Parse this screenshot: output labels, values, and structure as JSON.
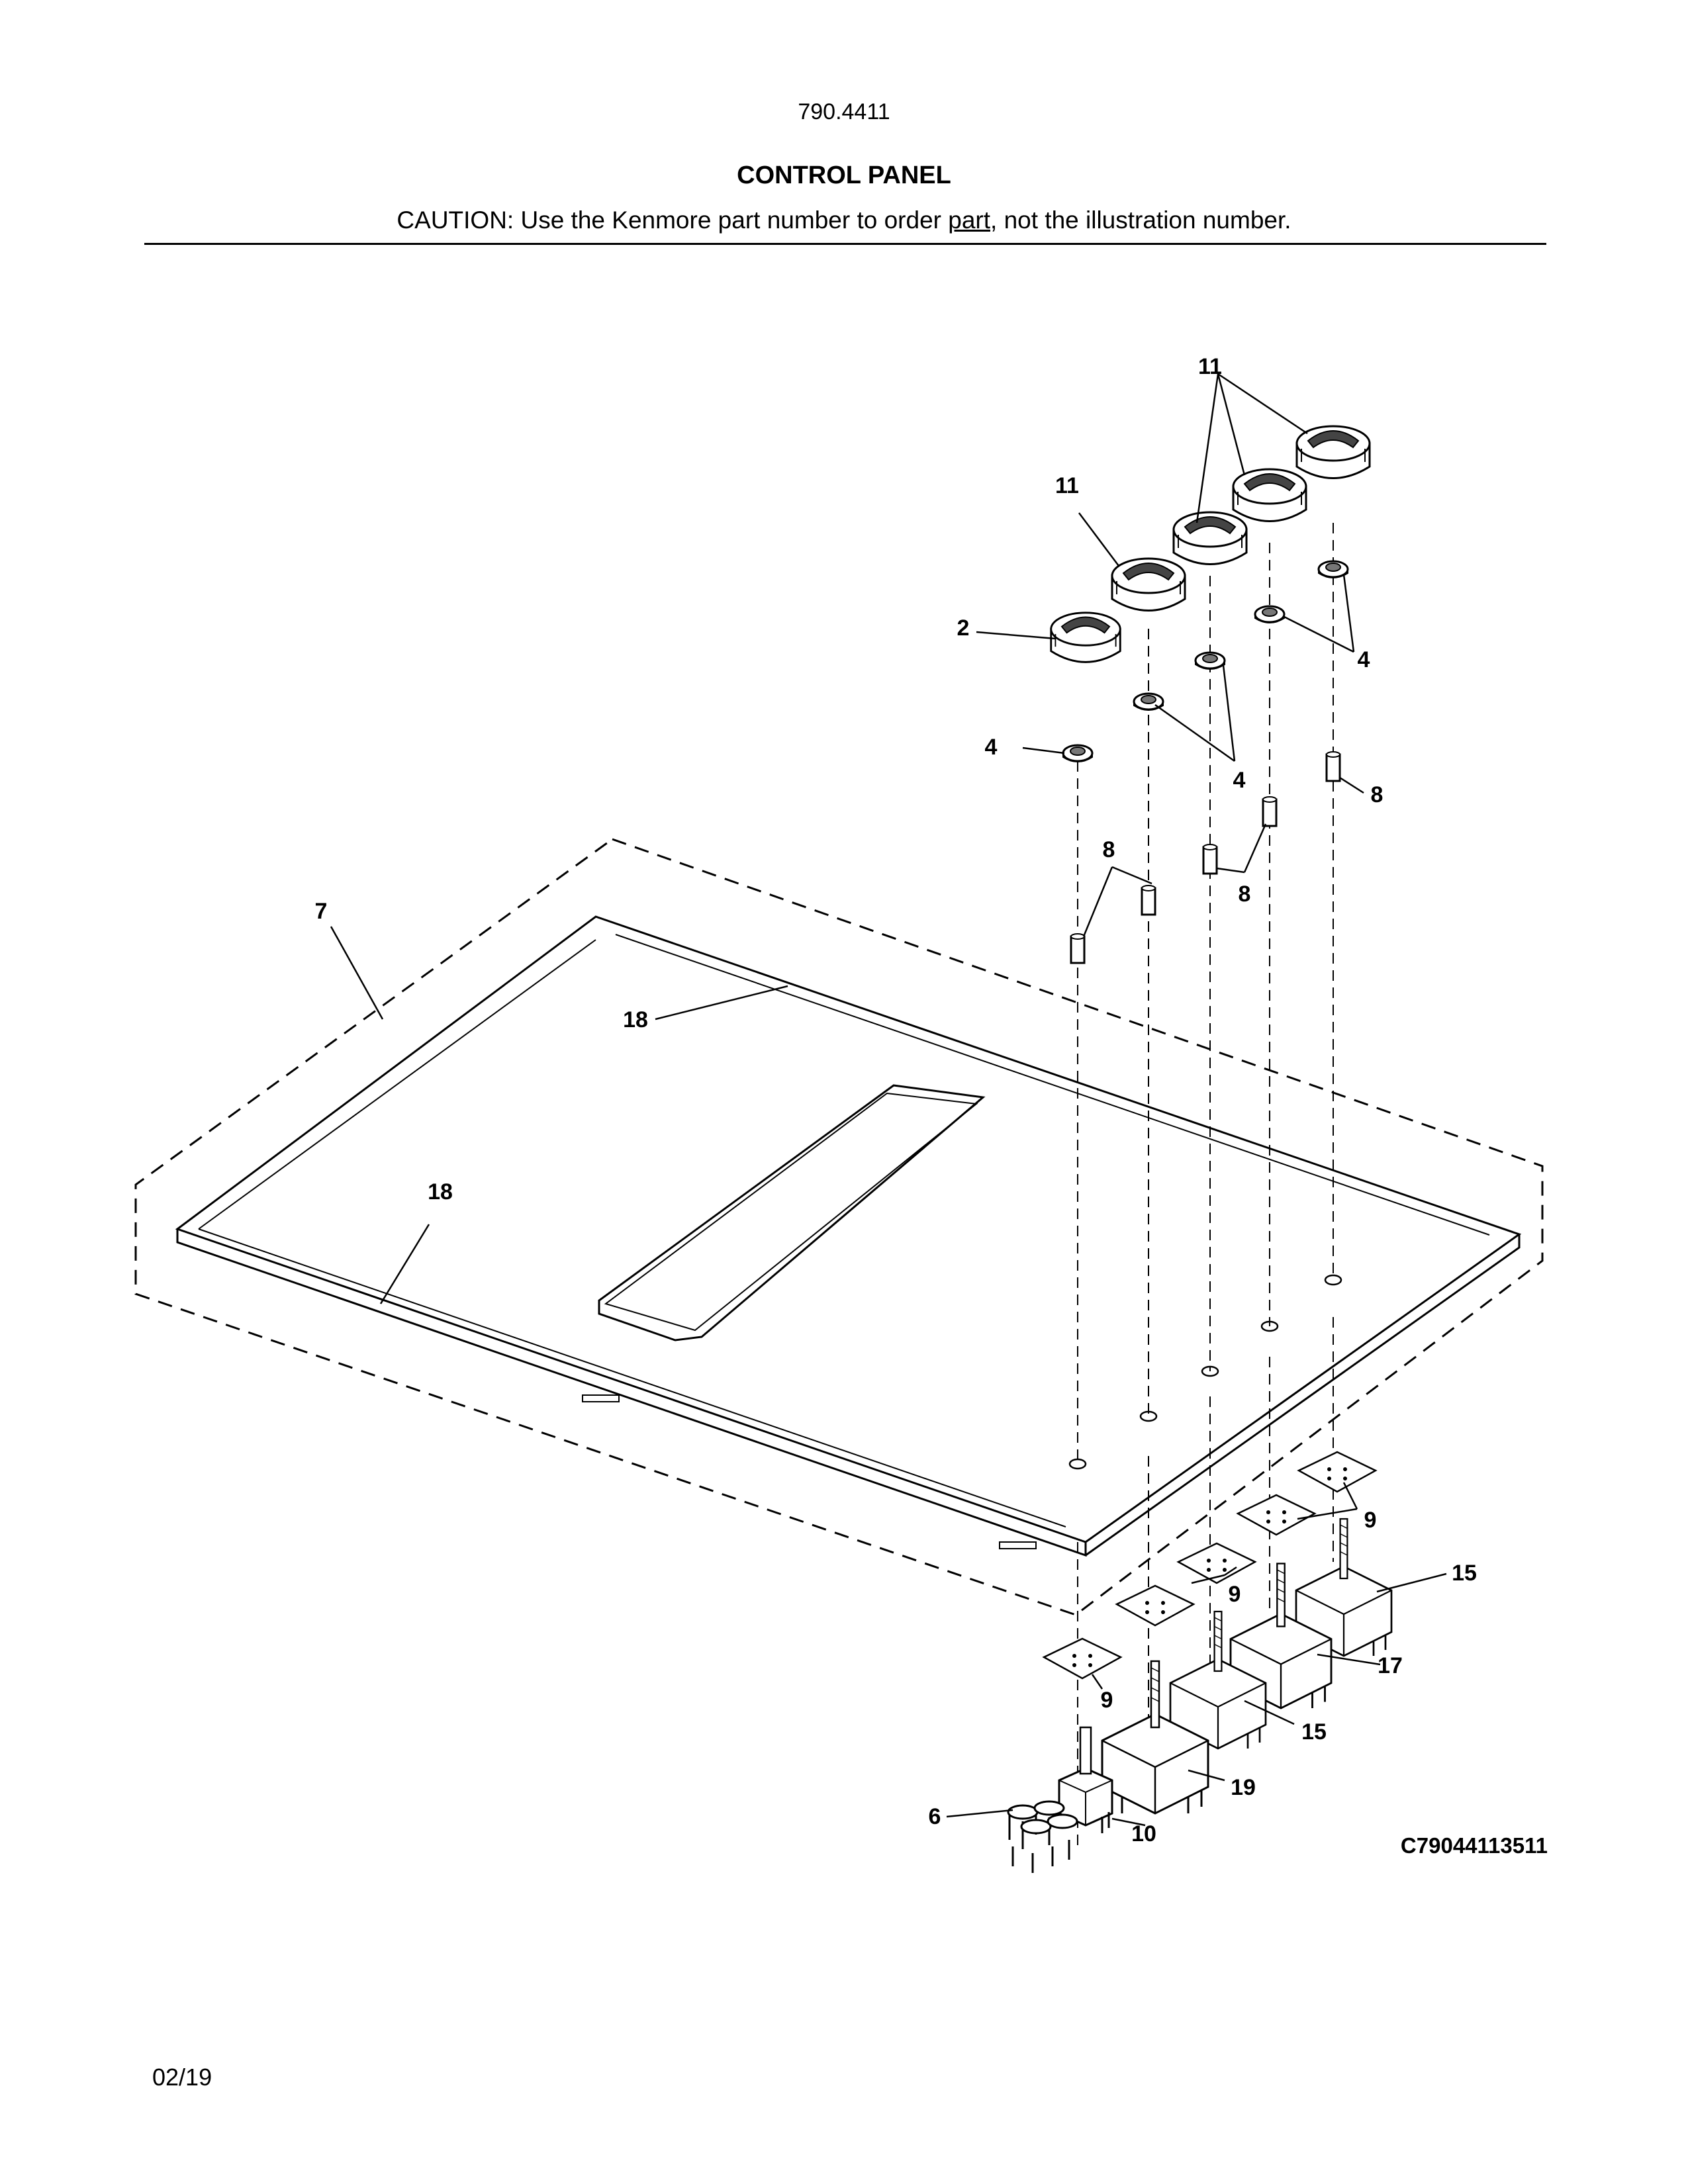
{
  "header": {
    "model_number": "790.4411",
    "section_title": "CONTROL PANEL",
    "caution_prefix": "CAUTION: Use the Kenmore part number to order ",
    "caution_underlined": "part",
    "caution_suffix": ", not the illustration number."
  },
  "diagram": {
    "drawing_code": "C79044113511",
    "callouts": [
      {
        "id": "c11a",
        "label": "11"
      },
      {
        "id": "c11b",
        "label": "11"
      },
      {
        "id": "c2",
        "label": "2"
      },
      {
        "id": "c4a",
        "label": "4"
      },
      {
        "id": "c4b",
        "label": "4"
      },
      {
        "id": "c4c",
        "label": "4"
      },
      {
        "id": "c8a",
        "label": "8"
      },
      {
        "id": "c8b",
        "label": "8"
      },
      {
        "id": "c8c",
        "label": "8"
      },
      {
        "id": "c7",
        "label": "7"
      },
      {
        "id": "c18a",
        "label": "18"
      },
      {
        "id": "c18b",
        "label": "18"
      },
      {
        "id": "c9a",
        "label": "9"
      },
      {
        "id": "c9b",
        "label": "9"
      },
      {
        "id": "c9c",
        "label": "9"
      },
      {
        "id": "c15a",
        "label": "15"
      },
      {
        "id": "c15b",
        "label": "15"
      },
      {
        "id": "c17",
        "label": "17"
      },
      {
        "id": "c19",
        "label": "19"
      },
      {
        "id": "c6",
        "label": "6"
      },
      {
        "id": "c10",
        "label": "10"
      }
    ]
  },
  "footer": {
    "date": "02/19"
  }
}
